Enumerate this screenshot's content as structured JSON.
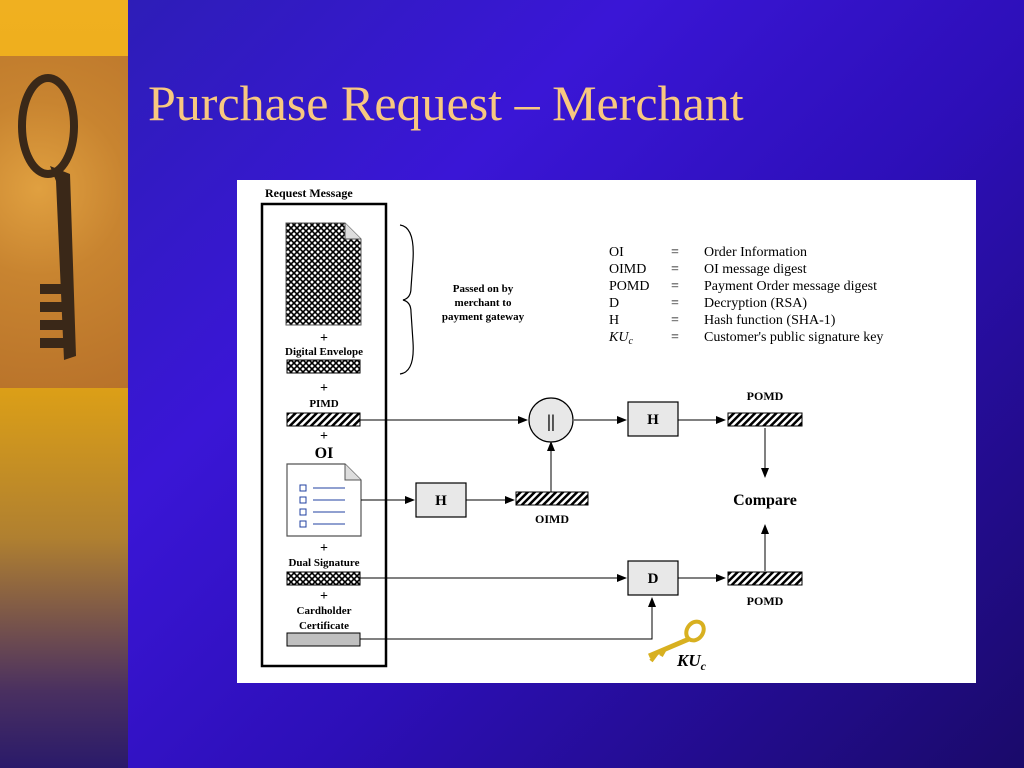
{
  "slide": {
    "title": "Purchase Request – Merchant"
  },
  "sidebar": {
    "image": "old-key-photo"
  },
  "diagram": {
    "request_message_label": "Request Message",
    "passed_on_label": [
      "Passed on by",
      "merchant to",
      "payment gateway"
    ],
    "plus": "+",
    "digital_envelope_label": "Digital Envelope",
    "pimd_label": "PIMD",
    "oi_label": "OI",
    "dual_signature_label": "Dual Signature",
    "cardholder_certificate_label": [
      "Cardholder",
      "Certificate"
    ],
    "concat_symbol": "||",
    "h_label": "H",
    "d_label": "D",
    "pomd_label": "POMD",
    "oimd_label": "OIMD",
    "compare_label": "Compare",
    "ku_base": "KU",
    "ku_sub": "c",
    "legend": [
      {
        "abbr": "OI",
        "eq": "=",
        "desc": "Order Information"
      },
      {
        "abbr": "OIMD",
        "eq": "=",
        "desc": "OI message digest"
      },
      {
        "abbr": "POMD",
        "eq": "=",
        "desc": "Payment Order message digest"
      },
      {
        "abbr": "D",
        "eq": "=",
        "desc": "Decryption (RSA)"
      },
      {
        "abbr": "H",
        "eq": "=",
        "desc": "Hash function (SHA-1)"
      },
      {
        "abbr": "KU",
        "abbr_sub": "c",
        "eq": "=",
        "desc": "Customer's public signature key"
      }
    ],
    "colors": {
      "key_gold": "#d8b020",
      "box_fill": "#e8e8e8",
      "cert_fill": "#c0c0c0"
    }
  }
}
